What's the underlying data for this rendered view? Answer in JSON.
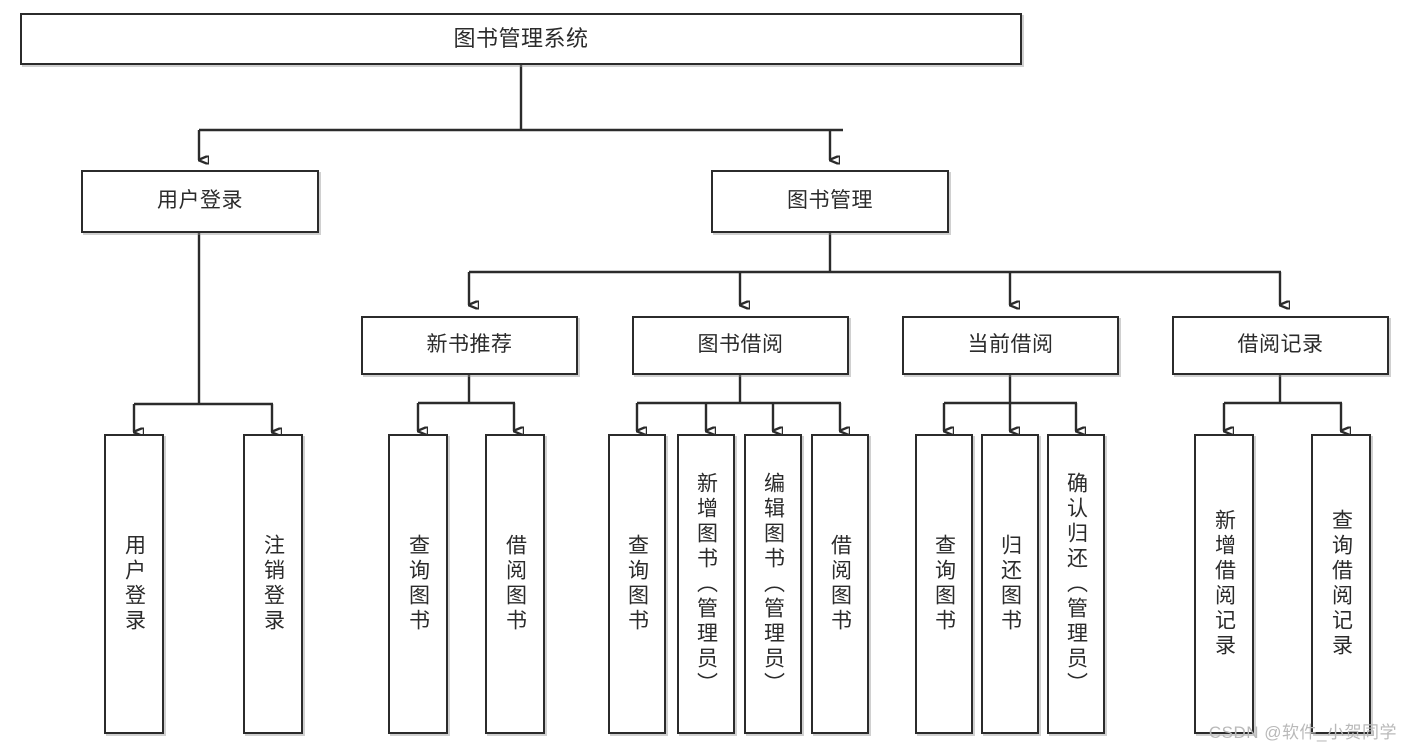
{
  "diagram": {
    "title": "图书管理系统",
    "type": "tree-hierarchy-diagram",
    "colors": {
      "stroke": "#2b2b2b",
      "fill": "#ffffff",
      "background": "#ffffff",
      "watermark": "#b9b9b9"
    },
    "root": {
      "id": "root",
      "label": "图书管理系统"
    },
    "level2": [
      {
        "id": "user-login",
        "label": "用户登录"
      },
      {
        "id": "book-management",
        "label": "图书管理"
      }
    ],
    "level3": [
      {
        "id": "new-book-recommend",
        "label": "新书推荐"
      },
      {
        "id": "book-borrow",
        "label": "图书借阅"
      },
      {
        "id": "current-borrow",
        "label": "当前借阅"
      },
      {
        "id": "borrow-record",
        "label": "借阅记录"
      }
    ],
    "leaves": {
      "user_login": [
        {
          "id": "leaf-user-login",
          "label": "用户登录"
        },
        {
          "id": "leaf-logout-login",
          "label": "注销登录"
        }
      ],
      "new_book_recommend": [
        {
          "id": "leaf-query-book-1",
          "label": "查询图书"
        },
        {
          "id": "leaf-borrow-book-1",
          "label": "借阅图书"
        }
      ],
      "book_borrow": [
        {
          "id": "leaf-query-book-2",
          "label": "查询图书"
        },
        {
          "id": "leaf-add-book",
          "label": "新增图书（管理员）"
        },
        {
          "id": "leaf-edit-book",
          "label": "编辑图书（管理员）"
        },
        {
          "id": "leaf-borrow-book-2",
          "label": "借阅图书"
        }
      ],
      "current_borrow": [
        {
          "id": "leaf-query-book-3",
          "label": "查询图书"
        },
        {
          "id": "leaf-return-book",
          "label": "归还图书"
        },
        {
          "id": "leaf-confirm-return",
          "label": "确认归还（管理员）"
        }
      ],
      "borrow_record": [
        {
          "id": "leaf-add-record",
          "label": "新增借阅记录"
        },
        {
          "id": "leaf-query-record",
          "label": "查询借阅记录"
        }
      ]
    }
  },
  "watermark": {
    "text": "CSDN @软件_小贺同学"
  }
}
